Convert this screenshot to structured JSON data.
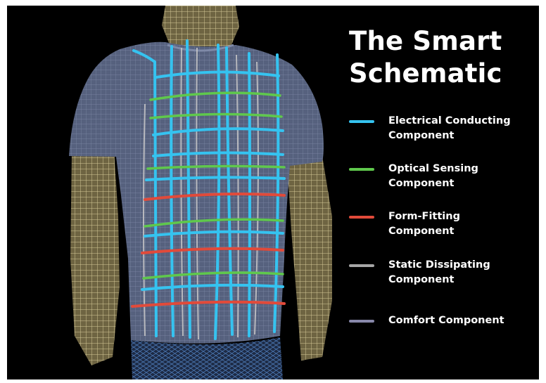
{
  "title": {
    "line1": "The Smart",
    "line2": "Schematic"
  },
  "legend": [
    {
      "line1": "Electrical Conducting",
      "line2": "Component",
      "color": "#35c3f0"
    },
    {
      "line1": "Optical Sensing",
      "line2": "Component",
      "color": "#5fc84c"
    },
    {
      "line1": "Form-Fitting",
      "line2": "Component",
      "color": "#e14a3a"
    },
    {
      "line1": "Static Dissipating",
      "line2": "Component",
      "color": "#a6a6a6"
    },
    {
      "line1": "Comfort Component",
      "line2": "",
      "color": "#8888aa"
    }
  ],
  "figure": {
    "subject": "torso-wireframe-shirt",
    "colors": {
      "skin": "#b8aa78",
      "shirt": "#5c6a8a",
      "mesh": "#9aa6c0"
    }
  }
}
